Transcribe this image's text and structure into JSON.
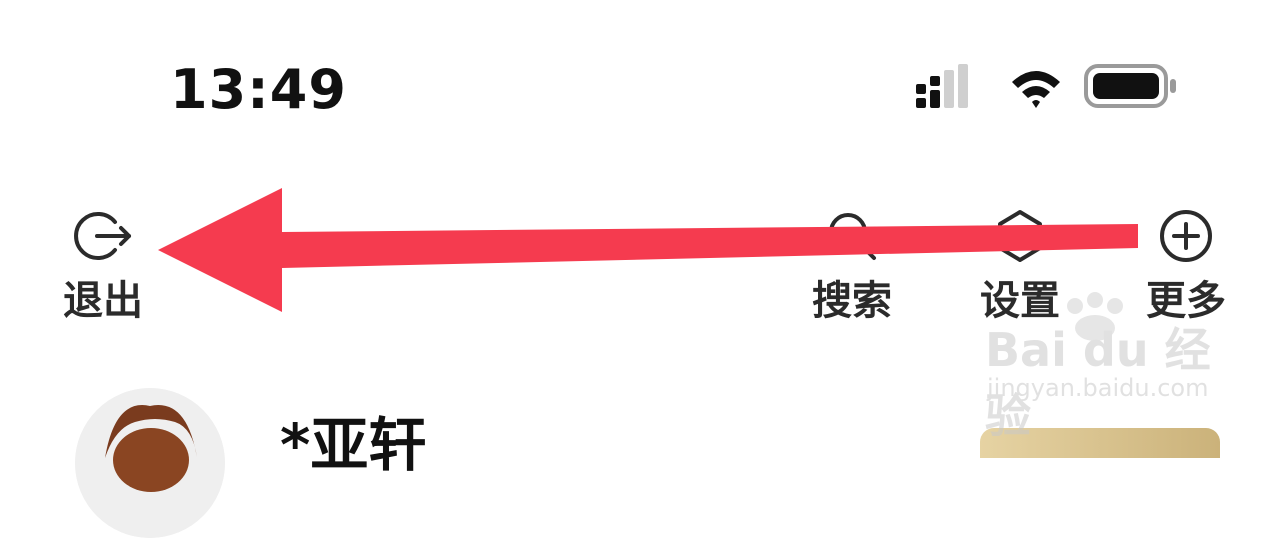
{
  "status_bar": {
    "time": "13:49",
    "icons": [
      "signal-icon",
      "wifi-icon",
      "battery-icon"
    ]
  },
  "header": {
    "logout_label": "退出",
    "search_label": "搜索",
    "settings_label": "设置",
    "more_label": "更多"
  },
  "profile": {
    "username": "*亚轩"
  },
  "watermark": {
    "main": "Bai du 经验",
    "sub": "jingyan.baidu.com"
  },
  "annotation": {
    "arrow_color": "#f53b4f"
  }
}
